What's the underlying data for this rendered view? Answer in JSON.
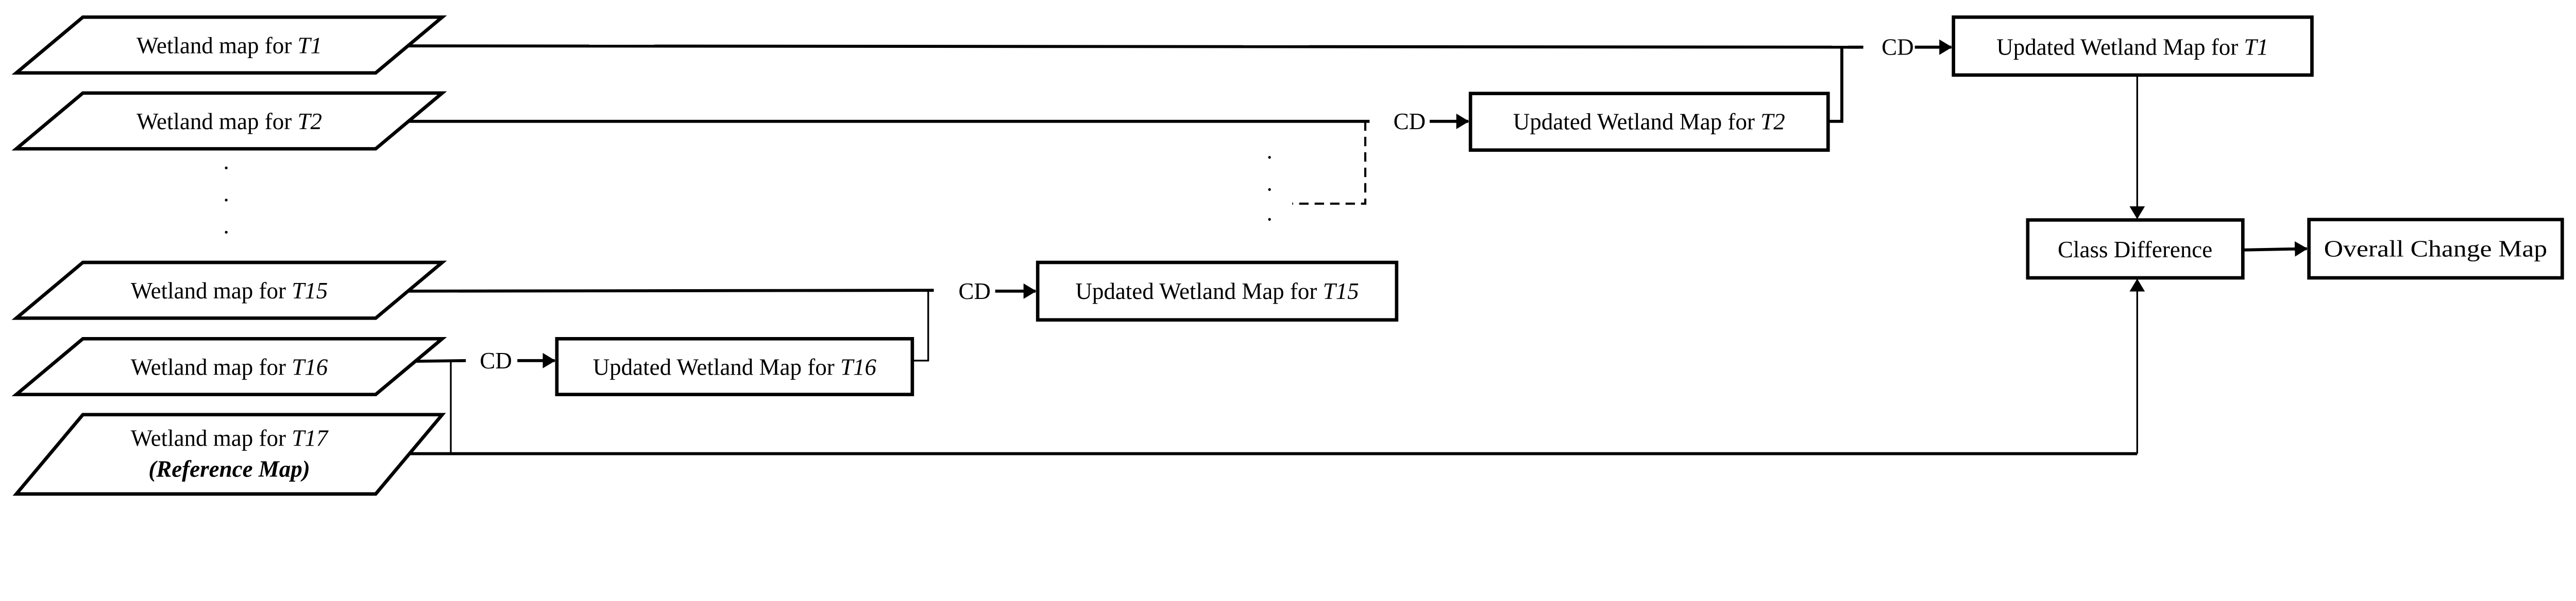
{
  "inputs": [
    {
      "prefix": "Wetland map for ",
      "time": "T1"
    },
    {
      "prefix": "Wetland map for ",
      "time": "T2"
    },
    {
      "prefix": "Wetland map for ",
      "time": "T15"
    },
    {
      "prefix": "Wetland map for ",
      "time": "T16"
    },
    {
      "prefix": "Wetland map for ",
      "time": "T17",
      "note": "(Reference Map)"
    }
  ],
  "ellipsis": "·",
  "cd_label": "CD",
  "updated": [
    {
      "prefix": "Updated Wetland Map for ",
      "time": "T1"
    },
    {
      "prefix": "Updated Wetland Map for ",
      "time": "T2"
    },
    {
      "prefix": "Updated Wetland Map for ",
      "time": "T15"
    },
    {
      "prefix": "Updated Wetland Map for ",
      "time": "T16"
    }
  ],
  "class_difference": "Class Difference",
  "overall_change_map": "Overall Change Map"
}
